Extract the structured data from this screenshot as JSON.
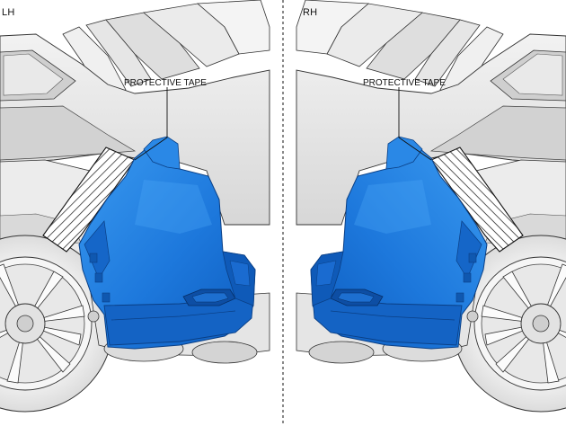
{
  "labels": {
    "left_side": "LH",
    "right_side": "RH",
    "left_callout": "PROTECTIVE TAPE",
    "right_callout": "PROTECTIVE TAPE"
  },
  "colors": {
    "bumper_blue": "#1f7fe0",
    "bumper_dark": "#0b4fa8",
    "body_gray": "#e4e4e4",
    "line": "#222222"
  }
}
